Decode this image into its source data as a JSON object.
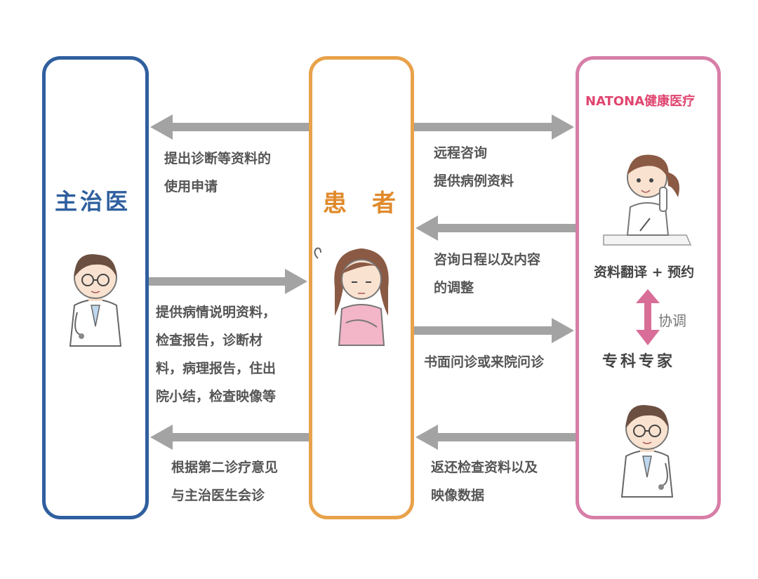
{
  "panels": {
    "left": {
      "title": "主治医"
    },
    "middle": {
      "title": "患者"
    },
    "right": {
      "brand": "NATONA健康医疗",
      "translation_label": "资料翻译 + 预约",
      "coordination_label": "协调",
      "specialist_label": "专科专家"
    }
  },
  "flows": {
    "patient_to_doctor_1": [
      "提出诊断等资料的",
      "使用申请"
    ],
    "doctor_to_patient": [
      "提供病情说明资料，",
      "检查报告，诊断材",
      "料，病理报告，住出",
      "院小结，检查映像等"
    ],
    "patient_to_doctor_2": [
      "根据第二诊疗意见",
      "与主治医生会诊"
    ],
    "patient_to_natona_1": [
      "远程咨询",
      "提供病例资料"
    ],
    "natona_to_patient_1": [
      "咨询日程以及内容",
      "的调整"
    ],
    "patient_to_natona_2": [
      "书面问诊或来院问诊"
    ],
    "natona_to_patient_2": [
      "返还检查资料以及",
      "映像数据"
    ]
  },
  "colors": {
    "doctor": "#2f5f9e",
    "patient": "#e8a24a",
    "natona": "#d77ea7",
    "brand_text": "#e0456f",
    "arrow": "#a3a3a3",
    "coordination_arrow": "#d86e98"
  },
  "icons": [
    "doctor-illustration",
    "patient-illustration",
    "receptionist-illustration",
    "specialist-illustration"
  ]
}
